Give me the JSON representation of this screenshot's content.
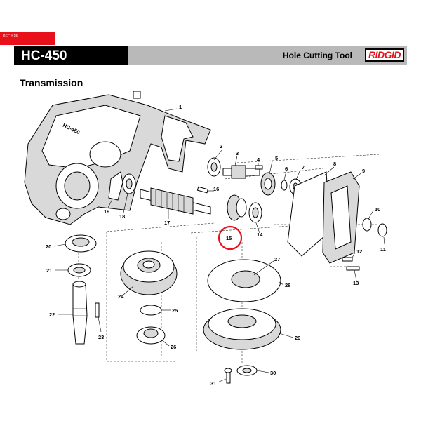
{
  "ref_tag": "REF # 15",
  "header": {
    "model": "HC-450",
    "tool_name": "Hole Cutting Tool",
    "brand": "RIDGID",
    "brand_accent": "#e8101a"
  },
  "section_title": "Transmission",
  "housing_marking": "HC-450",
  "highlighted_part": "15",
  "highlight_color": "#e8101a",
  "parts": [
    "1",
    "2",
    "3",
    "4",
    "5",
    "6",
    "7",
    "8",
    "9",
    "10",
    "11",
    "12",
    "13",
    "14",
    "15",
    "16",
    "17",
    "18",
    "19",
    "20",
    "21",
    "22",
    "23",
    "24",
    "25",
    "26",
    "27",
    "28",
    "29",
    "30",
    "31"
  ]
}
